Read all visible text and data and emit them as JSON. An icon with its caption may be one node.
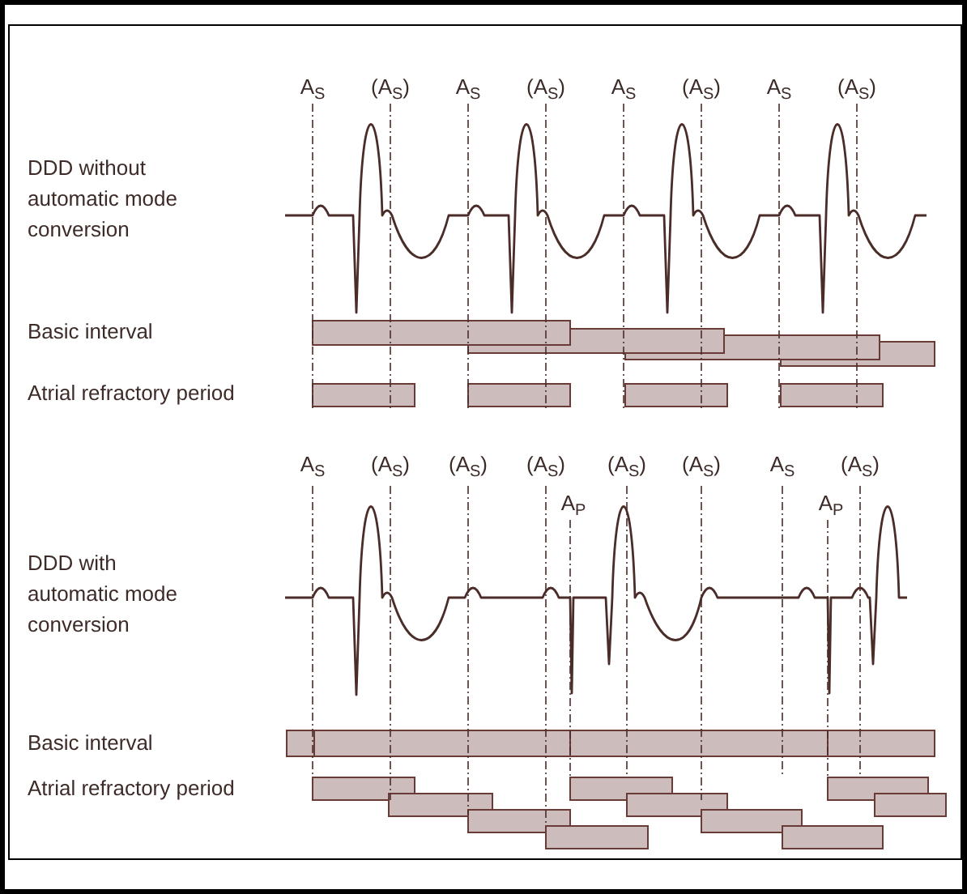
{
  "diagram": {
    "labels": [
      "A$_{S}$",
      "(A$_{S}$)",
      "A$_{S}$",
      "(A$_{S}$)",
      "A$_{S}$",
      "(A$_{S}$)",
      "A$_{S}$",
      "(A$_{S}$)",
      "DDD without automatic mode conversion",
      "Basic interval",
      "Atrial refractory period",
      "A$_{S}$",
      "(A$_{S}$)",
      "(A$_{S}$)",
      "(A$_{S}$)",
      "(A$_{S}$)",
      "(A$_{S}$)",
      "A$_{S}$",
      "(A$_{S}$)",
      "A$_{P}$",
      "A$_{P}$",
      "DDD with automatic mode conversion",
      "Basic interval",
      "Atrial refractory period"
    ]
  }
}
